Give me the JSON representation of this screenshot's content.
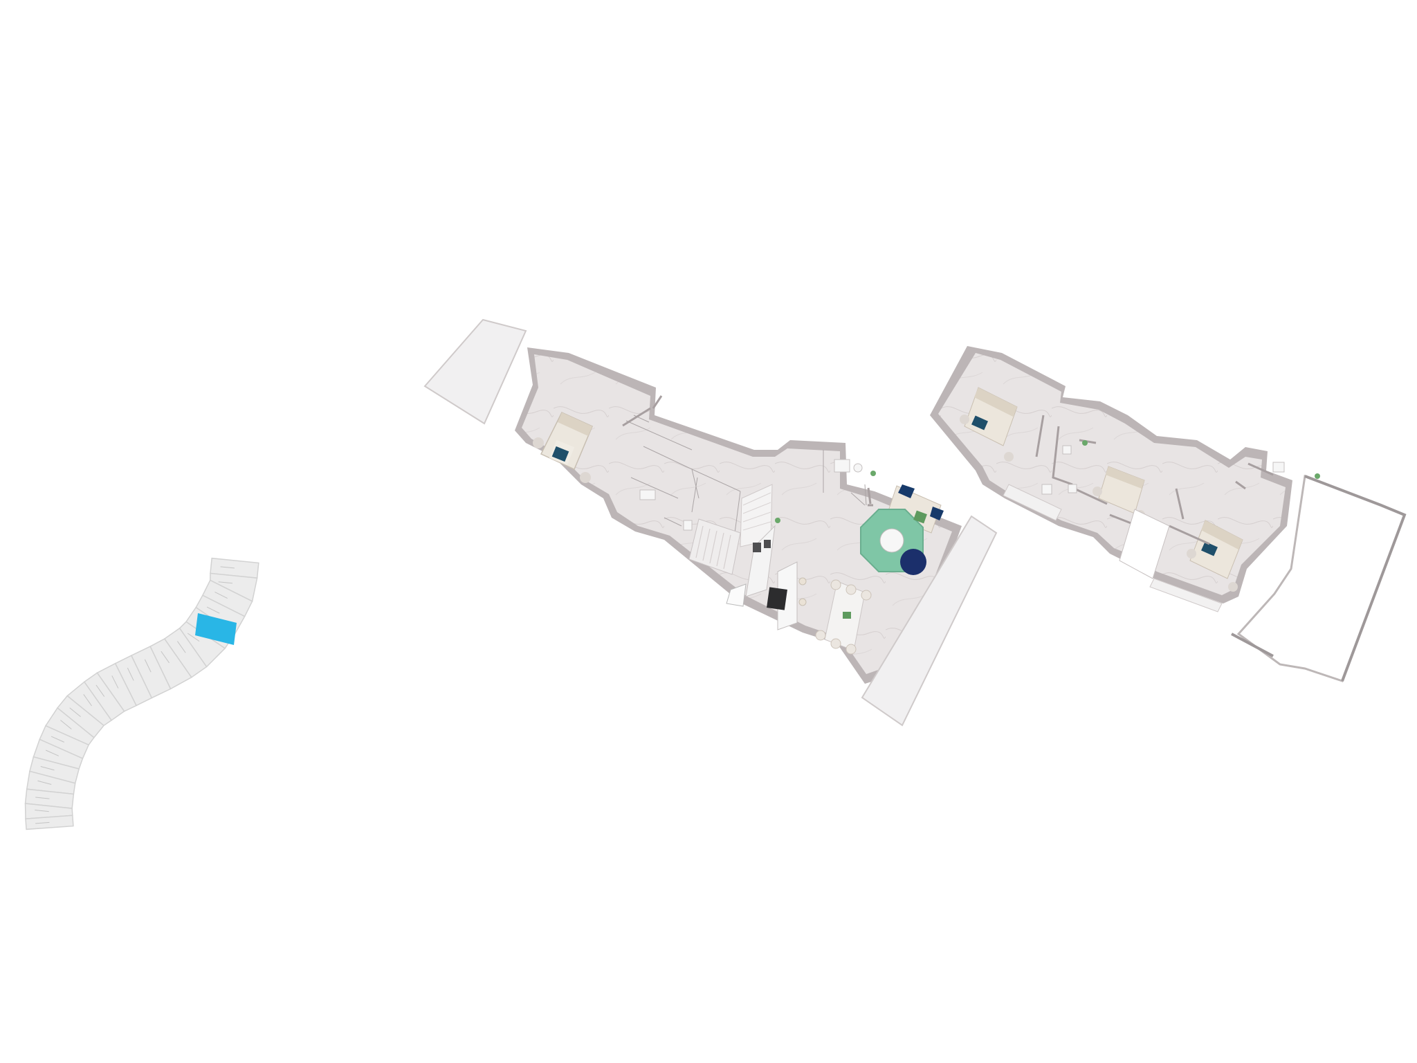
{
  "plan": {
    "highlight_color": "#29b6e6",
    "accent_colors": {
      "rug": "#7fc6a6",
      "chair": "#1b2f6b",
      "sofa": "#173a6a",
      "bed_cushion": "#1f4f6a"
    },
    "site_key_units": 22,
    "highlighted_unit_index": 13,
    "levels": 2
  }
}
